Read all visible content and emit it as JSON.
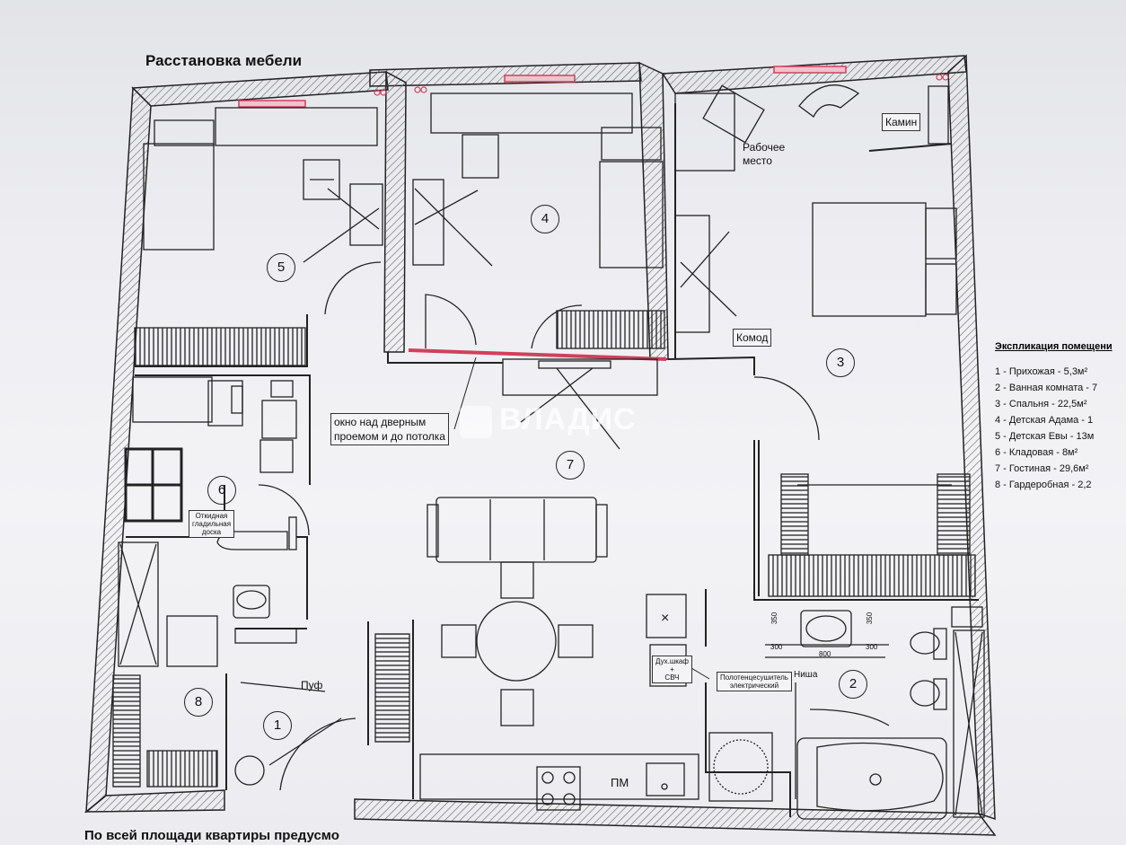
{
  "title": "Расстановка мебели",
  "bottom_note": "По всей площади квартиры предусмо",
  "window_note": "окно над дверным\nпроемом и до потолка",
  "watermark": "ВЛАДИС",
  "rooms": [
    {
      "num": "5"
    },
    {
      "num": "4"
    },
    {
      "num": "3"
    },
    {
      "num": "6"
    },
    {
      "num": "7"
    },
    {
      "num": "8"
    },
    {
      "num": "1"
    },
    {
      "num": "2"
    }
  ],
  "labels": {
    "work_place": "Рабочее\nместо",
    "fireplace": "Камин",
    "dresser": "Комод",
    "pouf": "Пуф",
    "niche": "Ниша",
    "ironing": "Откидная\nгладильная\nдоска",
    "oven": "Дух.шкаф\n+\nСВЧ",
    "towel": "Полотенцесушитель\nэлектрический",
    "dishwasher": "ПМ",
    "stove_x": "×"
  },
  "dimensions": {
    "d350a": "350",
    "d350b": "350",
    "d300a": "300",
    "d300b": "300",
    "d800": "800"
  },
  "legend": {
    "title": "Экспликация помещени",
    "items": [
      "1  -  Прихожая - 5,3м²",
      "2  -  Ванная комната - 7",
      "3  -  Спальня - 22,5м²",
      "4  -  Детская Адама - 1",
      "5  -  Детская Евы - 13м",
      "6  -  Кладовая - 8м²",
      "7  -  Гостиная - 29,6м²",
      "8  -  Гардеробная - 2,2"
    ]
  },
  "colors": {
    "accent_window": "#d0405c",
    "wall_hatch": "#555555",
    "ink": "#222222"
  }
}
